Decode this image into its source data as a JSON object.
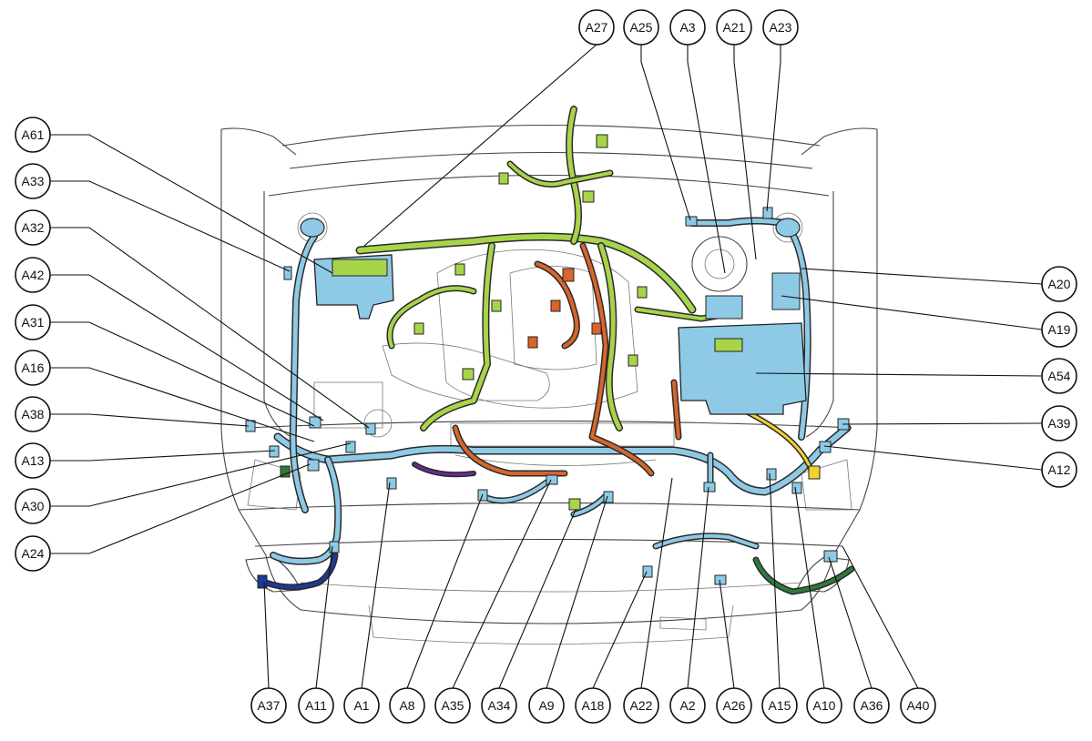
{
  "colors": {
    "harness_blue": "#8ecae6",
    "harness_green": "#a8d44a",
    "harness_orange": "#d9652b",
    "harness_navy": "#1f3a93",
    "harness_dark_green": "#2f7a3a",
    "harness_purple": "#6a2c91",
    "harness_yellow": "#f2d230",
    "relay_block_blue": "#8ecae6"
  },
  "callouts": {
    "top": [
      "A27",
      "A25",
      "A3",
      "A21",
      "A23"
    ],
    "left": [
      "A61",
      "A33",
      "A32",
      "A42",
      "A31",
      "A16",
      "A38",
      "A13",
      "A30",
      "A24"
    ],
    "right": [
      "A20",
      "A19",
      "A54",
      "A39",
      "A12"
    ],
    "bottom": [
      "A37",
      "A11",
      "A1",
      "A8",
      "A35",
      "A34",
      "A9",
      "A18",
      "A22",
      "A2",
      "A26",
      "A15",
      "A10",
      "A36",
      "A40"
    ]
  }
}
